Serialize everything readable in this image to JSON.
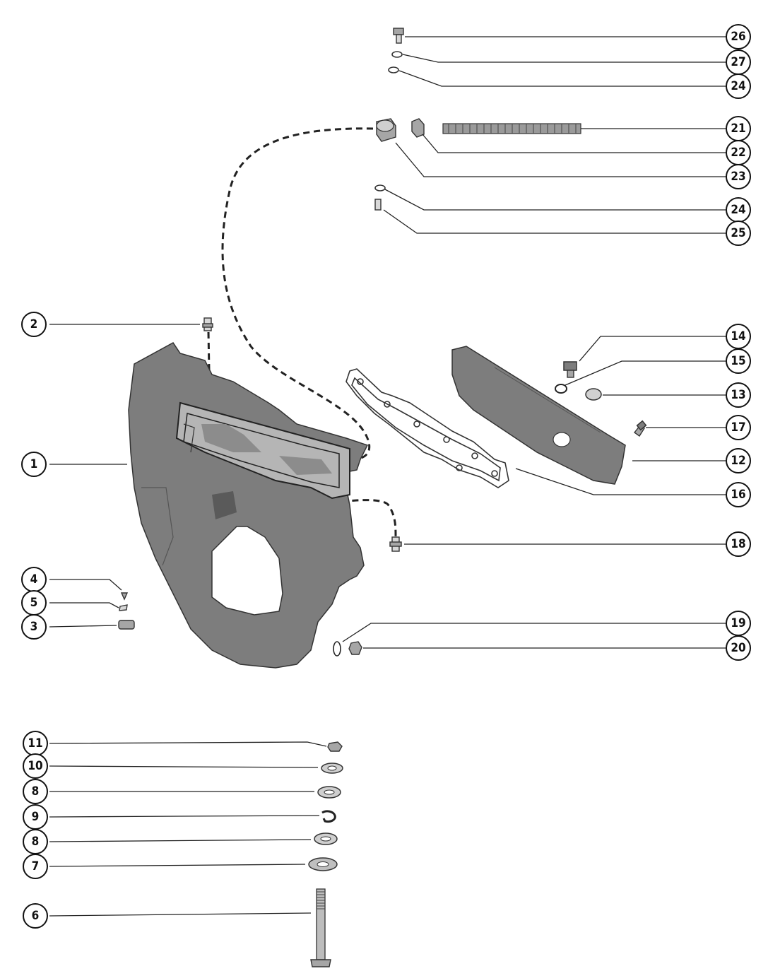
{
  "callouts": [
    {
      "id": "c26",
      "label": "26"
    },
    {
      "id": "c27",
      "label": "27"
    },
    {
      "id": "c24a",
      "label": "24"
    },
    {
      "id": "c21",
      "label": "21"
    },
    {
      "id": "c22",
      "label": "22"
    },
    {
      "id": "c23",
      "label": "23"
    },
    {
      "id": "c24b",
      "label": "24"
    },
    {
      "id": "c25",
      "label": "25"
    },
    {
      "id": "c2",
      "label": "2"
    },
    {
      "id": "c14",
      "label": "14"
    },
    {
      "id": "c15",
      "label": "15"
    },
    {
      "id": "c13",
      "label": "13"
    },
    {
      "id": "c17",
      "label": "17"
    },
    {
      "id": "c1",
      "label": "1"
    },
    {
      "id": "c12",
      "label": "12"
    },
    {
      "id": "c16",
      "label": "16"
    },
    {
      "id": "c18",
      "label": "18"
    },
    {
      "id": "c4",
      "label": "4"
    },
    {
      "id": "c5",
      "label": "5"
    },
    {
      "id": "c3",
      "label": "3"
    },
    {
      "id": "c19",
      "label": "19"
    },
    {
      "id": "c20",
      "label": "20"
    },
    {
      "id": "c11",
      "label": "11"
    },
    {
      "id": "c10",
      "label": "10"
    },
    {
      "id": "c8a",
      "label": "8"
    },
    {
      "id": "c9",
      "label": "9"
    },
    {
      "id": "c8b",
      "label": "8"
    },
    {
      "id": "c7",
      "label": "7"
    },
    {
      "id": "c6",
      "label": "6"
    }
  ]
}
